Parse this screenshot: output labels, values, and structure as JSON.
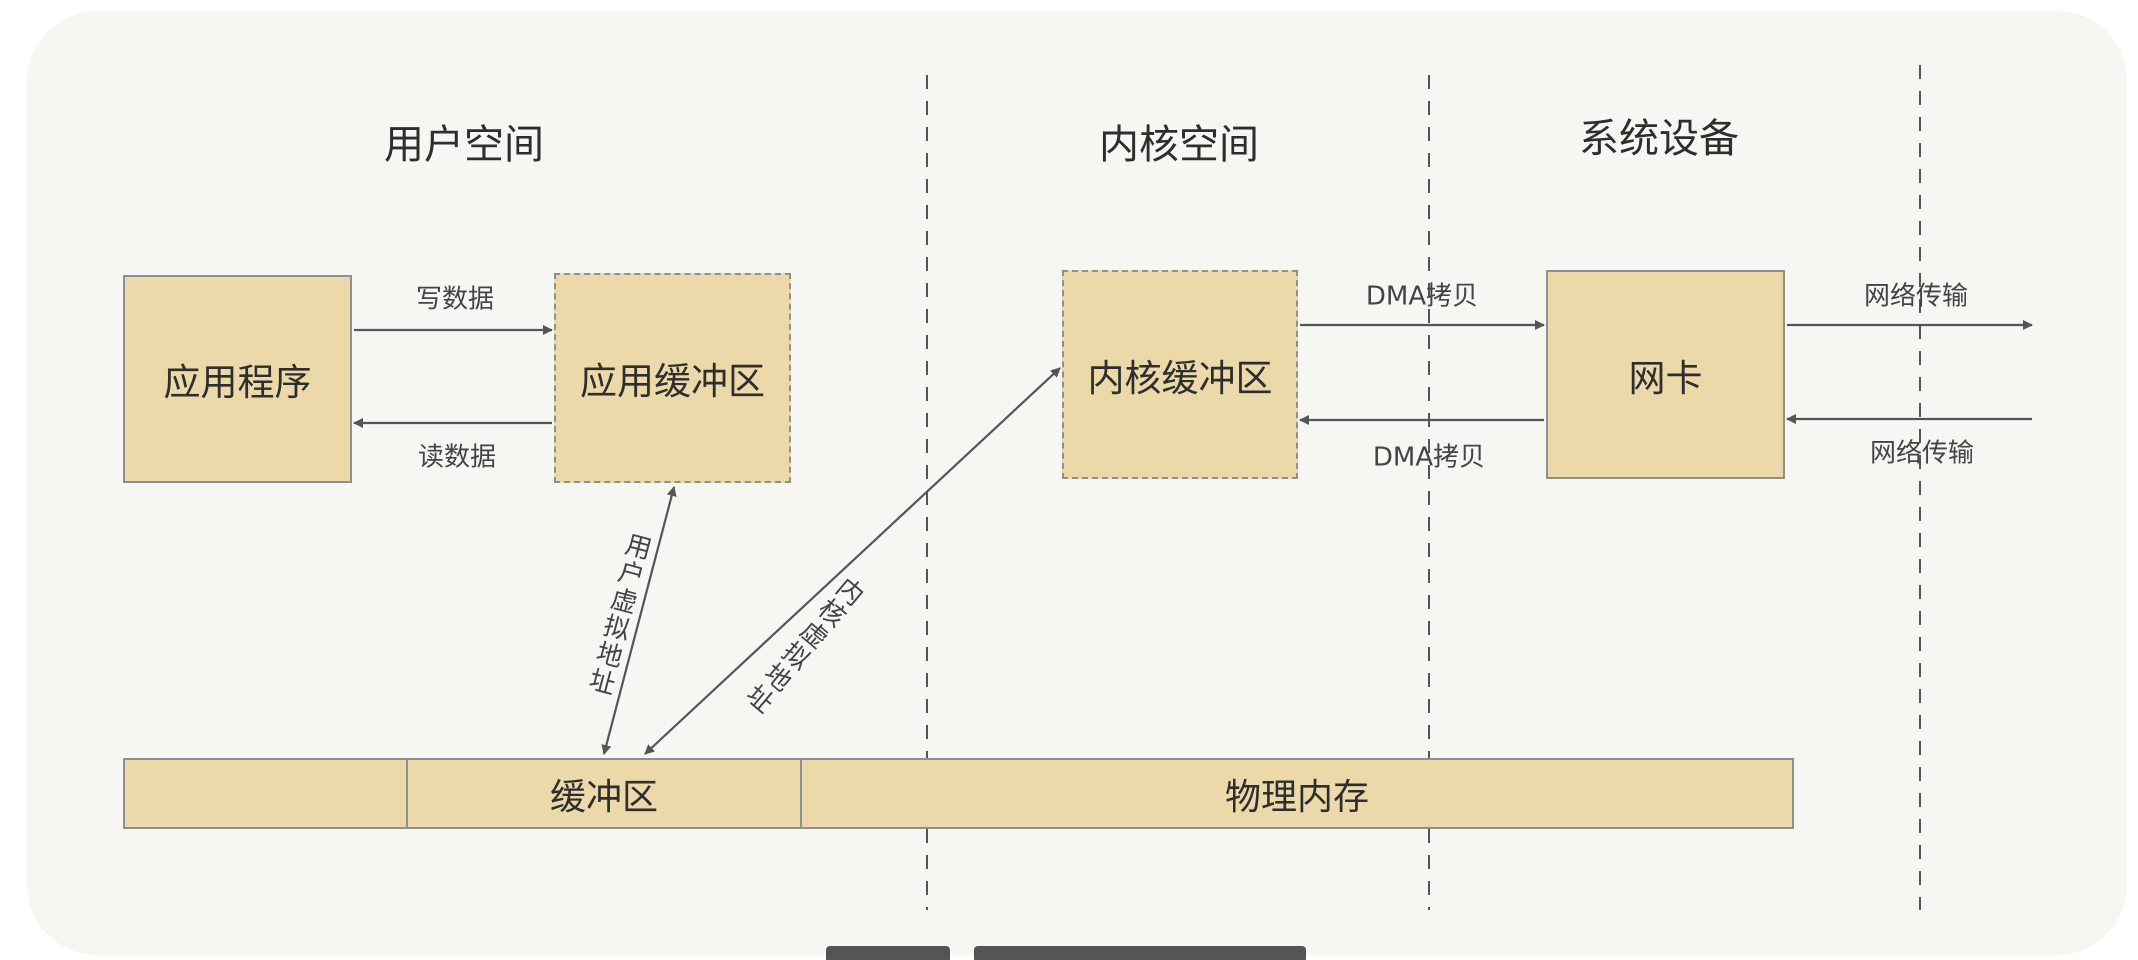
{
  "headings": {
    "user_space": "用户空间",
    "kernel_space": "内核空间",
    "system_devices": "系统设备"
  },
  "boxes": {
    "application": "应用程序",
    "app_buffer": "应用缓冲区",
    "kernel_buffer": "内核缓冲区",
    "nic": "网卡"
  },
  "arrows": {
    "write_data": "写数据",
    "read_data": "读数据",
    "dma_copy_out": "DMA拷贝",
    "dma_copy_in": "DMA拷贝",
    "network_out": "网络传输",
    "network_in": "网络传输",
    "user_virtual_address": "用户虚拟地址",
    "kernel_virtual_address": "内核虚拟地址"
  },
  "memory_bar": {
    "buffer": "缓冲区",
    "physical_memory": "物理内存"
  },
  "colors": {
    "box_fill": "#ecd9a9",
    "border": "#8f8f8f",
    "panel": "#f6f6f2",
    "arrow": "#555555"
  }
}
